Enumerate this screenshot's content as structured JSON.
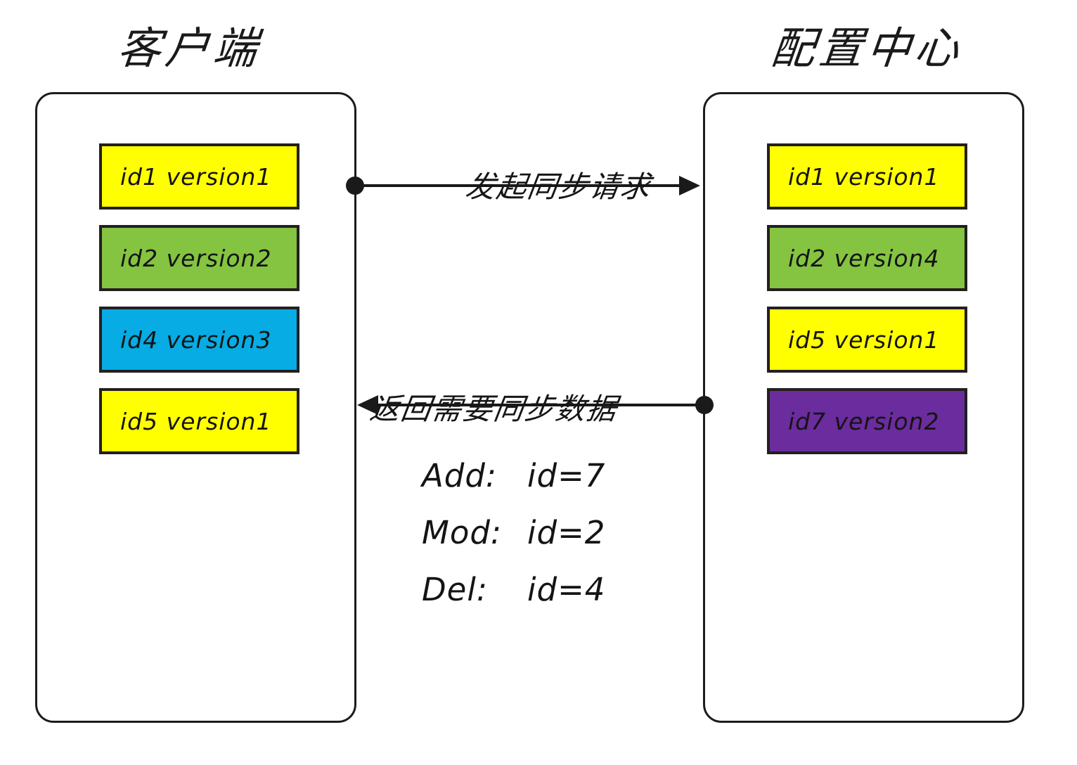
{
  "diagram": {
    "title_left": "客户端",
    "title_right": "配置中心"
  },
  "colors": {
    "yellow": "#FFFF00",
    "green": "#84C441",
    "blue": "#06ACE3",
    "purple": "#6B2C9E",
    "outline": "#231F20",
    "panel_border": "#1C1C1C",
    "text": "#141414",
    "background": "#FFFFFF"
  },
  "client": {
    "items": [
      {
        "label": "id1 version1",
        "color": "#FFFF00"
      },
      {
        "label": "id2 version2",
        "color": "#84C441"
      },
      {
        "label": "id4 version3",
        "color": "#06ACE3"
      },
      {
        "label": "id5 version1",
        "color": "#FFFF00"
      }
    ]
  },
  "server": {
    "items": [
      {
        "label": "id1 version1",
        "color": "#FFFF00"
      },
      {
        "label": "id2 version4",
        "color": "#84C441"
      },
      {
        "label": "id5 version1",
        "color": "#FFFF00"
      },
      {
        "label": "id7 version2",
        "color": "#6B2C9E"
      }
    ]
  },
  "edges": {
    "request_label": "发起同步请求",
    "response_label": "返回需要同步数据"
  },
  "operations": [
    {
      "name": "Add:",
      "value": "id=7"
    },
    {
      "name": "Mod:",
      "value": "id=2"
    },
    {
      "name": "Del:",
      "value": "id=4"
    }
  ]
}
